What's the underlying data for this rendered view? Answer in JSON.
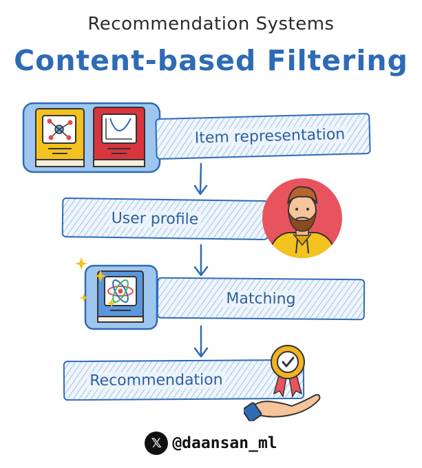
{
  "header": {
    "subtitle": "Recommendation Systems",
    "title": "Content-based Filtering"
  },
  "steps": [
    {
      "label": "Item representation",
      "icon": "books-icon"
    },
    {
      "label": "User profile",
      "icon": "user-avatar-icon"
    },
    {
      "label": "Matching",
      "icon": "atom-book-icon"
    },
    {
      "label": "Recommendation",
      "icon": "award-hand-icon"
    }
  ],
  "footer": {
    "x_glyph": "𝕏",
    "handle": "@daansan_ml"
  },
  "colors": {
    "accent": "#2d6bb5",
    "box_fill": "#eef5fc",
    "avatar_bg": "#e8545e",
    "hoodie": "#f3c21f",
    "award": "#f0b323"
  }
}
